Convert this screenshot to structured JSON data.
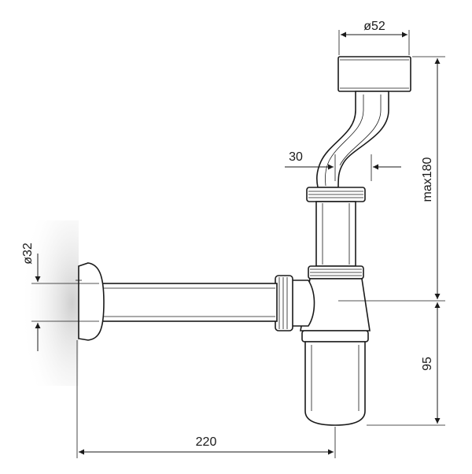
{
  "dimensions": {
    "flange_diameter": "ø52",
    "offset": "30",
    "max_height": "max180",
    "pipe_diameter": "ø32",
    "lower_height": "95",
    "length": "220"
  },
  "colors": {
    "ink": "#1a1a1a",
    "wall_shade": "#d8d8d8"
  }
}
